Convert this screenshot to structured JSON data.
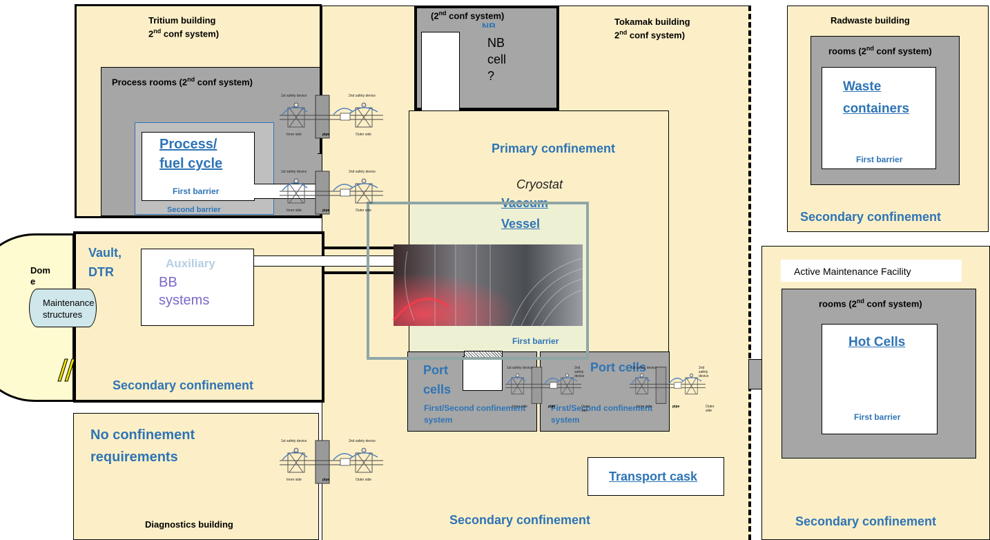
{
  "colors": {
    "building": "#fcefc7",
    "room": "#a6a6a6",
    "label_blue": "#2e74b5",
    "cryostat_frame": "#8fa6a6",
    "bb_text": "#7b68c8"
  },
  "tritium": {
    "title_line1": "Tritium building",
    "title_line2_pre": "2",
    "title_line2_sup": "nd",
    "title_line2_post": " conf system)",
    "process_rooms_pre": "Process rooms (2",
    "process_rooms_sup": "nd",
    "process_rooms_post": " conf system)",
    "process_line1": "Process/",
    "process_line2": "fuel cycle",
    "first_barrier": "First barrier",
    "second_barrier": "Second barrier"
  },
  "nb": {
    "title_pre": "(2",
    "title_sup": "nd",
    "title_post": " conf system)",
    "hidden": "NB",
    "cell_line1": "NB",
    "cell_line2": "cell",
    "cell_line3": "?"
  },
  "tokamak": {
    "title_line1": "Tokamak building",
    "title_line2_pre": "2",
    "title_line2_sup": "nd",
    "title_line2_post": " conf system)",
    "primary": "Primary confinement",
    "cryostat": "Cryostat",
    "vv_line1": "Vaccum",
    "vv_line2": "Vessel",
    "first_barrier": "First barrier",
    "port_cells_left_1": "Port",
    "port_cells_left_2": "cells",
    "port_cells_right": "Port cells",
    "port_sub_1": "First/Second confinement",
    "port_sub_2": "system",
    "transport_cask": "Transport cask",
    "secondary": "Secondary confinement"
  },
  "radwaste": {
    "title": "Radwaste building",
    "rooms_pre": "rooms (2",
    "rooms_sup": "nd",
    "rooms_post": " conf system)",
    "waste_line1": "Waste",
    "waste_line2": "containers",
    "first_barrier": "First barrier",
    "secondary": "Secondary confinement"
  },
  "amf": {
    "title": "Active Maintenance Facility",
    "rooms_pre": "rooms (2",
    "rooms_sup": "nd",
    "rooms_post": " conf system)",
    "hot_cells": "Hot Cells",
    "first_barrier": "First barrier",
    "secondary": "Secondary confinement"
  },
  "vault": {
    "title_line1": "Vault,",
    "title_line2": "DTR",
    "aux_hidden": "Auxiliary",
    "bb_line1": "BB",
    "bb_line2": "systems",
    "secondary": "Secondary confinement"
  },
  "dome": {
    "label_line1": "Dom",
    "label_line2": "e",
    "maint_line1": "Maintenance",
    "maint_line2": "structures"
  },
  "diagnostics": {
    "line1": "No confinement",
    "line2": "requirements",
    "title": "Diagnostics building"
  },
  "valve": {
    "first_device": "1st safety device",
    "second_device": "2nd safety device",
    "inner": "Inner side",
    "pipe": "pipe",
    "outer": "Outer side"
  }
}
